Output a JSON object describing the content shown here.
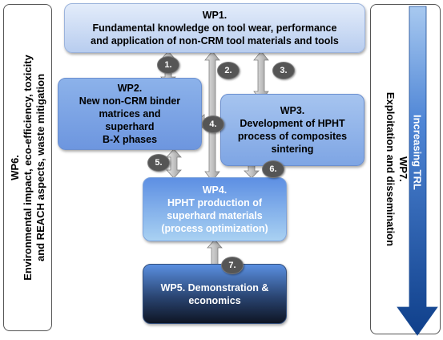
{
  "wp6": {
    "title": "WP6.",
    "line1": "Environmental impact, eco-efficiency, toxicity",
    "line2": "and REACH aspects, waste mitigation"
  },
  "wp7": {
    "title": "WP7.",
    "line1": "Exploitation and dissemination"
  },
  "trl": {
    "label": "Increasing TRL"
  },
  "wp1": {
    "title": "WP1.",
    "line1": "Fundamental knowledge on tool wear, performance",
    "line2": "and application of non-CRM tool materials and tools"
  },
  "wp2": {
    "title": "WP2.",
    "line1": "New non-CRM binder",
    "line2": "matrices  and",
    "line3": "superhard",
    "line4": "B-X phases"
  },
  "wp3": {
    "title": "WP3.",
    "line1": "Development of HPHT",
    "line2": "process of composites",
    "line3": "sintering"
  },
  "wp4": {
    "title": "WP4.",
    "line1": "HPHT production of",
    "line2": "superhard materials",
    "line3": "(process optimization)"
  },
  "wp5": {
    "line1": "WP5. Demonstration &",
    "line2": "economics"
  },
  "links": [
    "1.",
    "2.",
    "3.",
    "4.",
    "5.",
    "6.",
    "7."
  ],
  "colors": {
    "arrow_fill": "#c8c8c8",
    "arrow_stroke": "#8a8a8a",
    "badge": "#555555",
    "trl_arrow_top": "#9fc3ee",
    "trl_arrow_bottom": "#0f3f8a"
  },
  "icons": [
    "double-arrow-icon",
    "four-way-arrow-icon",
    "trl-arrow-icon"
  ]
}
